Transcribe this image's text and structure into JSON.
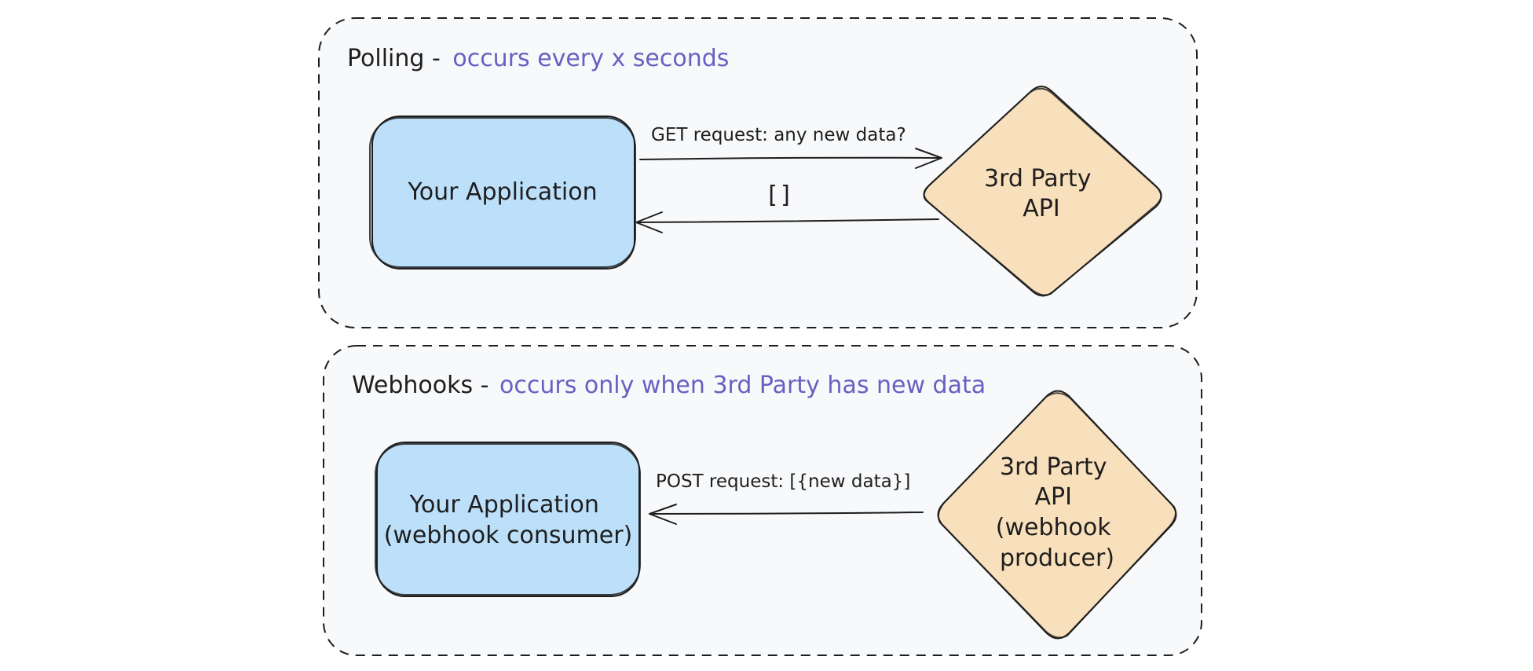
{
  "colors": {
    "frame_fill": "#f8f9fb",
    "app_fill": "#bde0fa",
    "api_fill": "#f9e0bc",
    "accent_text": "#6a5fc1",
    "stroke": "#1e1e1e"
  },
  "polling": {
    "title": "Polling - ",
    "subtitle": "occurs every x seconds",
    "app_label": "Your Application",
    "api_label_lines": [
      "3rd Party",
      "API"
    ],
    "request_label": "GET request: any new data?",
    "response_label": "[]"
  },
  "webhooks": {
    "title": "Webhooks - ",
    "subtitle": "occurs only when 3rd Party has new data",
    "app_label_lines": [
      "Your Application",
      "(webhook consumer)"
    ],
    "api_label_lines": [
      "3rd Party",
      "API",
      "(webhook",
      "producer)"
    ],
    "request_label": "POST request: [{new data}]"
  }
}
